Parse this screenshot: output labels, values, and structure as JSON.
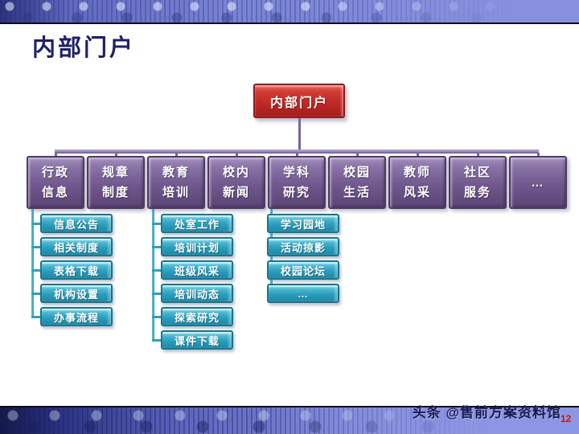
{
  "header": {
    "title": "内部门户"
  },
  "footer": {
    "watermark": "头条 @售前方案资料馆",
    "page_number": "12"
  },
  "tree": {
    "root": {
      "label": "内部门户"
    },
    "branches": [
      {
        "label_lines": [
          "行政",
          "信息"
        ],
        "children": [
          "信息公告",
          "相关制度",
          "表格下载",
          "机构设置",
          "办事流程"
        ]
      },
      {
        "label_lines": [
          "规章",
          "制度"
        ],
        "children": []
      },
      {
        "label_lines": [
          "教育",
          "培训"
        ],
        "children": [
          "处室工作",
          "培训计划",
          "班级风采",
          "培训动态",
          "探索研究",
          "课件下载"
        ]
      },
      {
        "label_lines": [
          "校内",
          "新闻"
        ],
        "children": []
      },
      {
        "label_lines": [
          "学科",
          "研究"
        ],
        "children": [
          "学习园地",
          "活动掠影",
          "校园论坛",
          "…"
        ]
      },
      {
        "label_lines": [
          "校园",
          "生活"
        ],
        "children": []
      },
      {
        "label_lines": [
          "教师",
          "风采"
        ],
        "children": []
      },
      {
        "label_lines": [
          "社区",
          "服务"
        ],
        "children": []
      },
      {
        "label_lines": [
          "…"
        ],
        "children": []
      }
    ]
  },
  "colors": {
    "titleText": "#202069",
    "rootBox": "#c22a28",
    "branchBox": "#71588e",
    "leafBox": "#2a9fbc",
    "rootConnector": "#76649c",
    "leafConnector": "#2f9fbb",
    "banner": "#7e88d8",
    "pageNumber": "#cc1111"
  }
}
